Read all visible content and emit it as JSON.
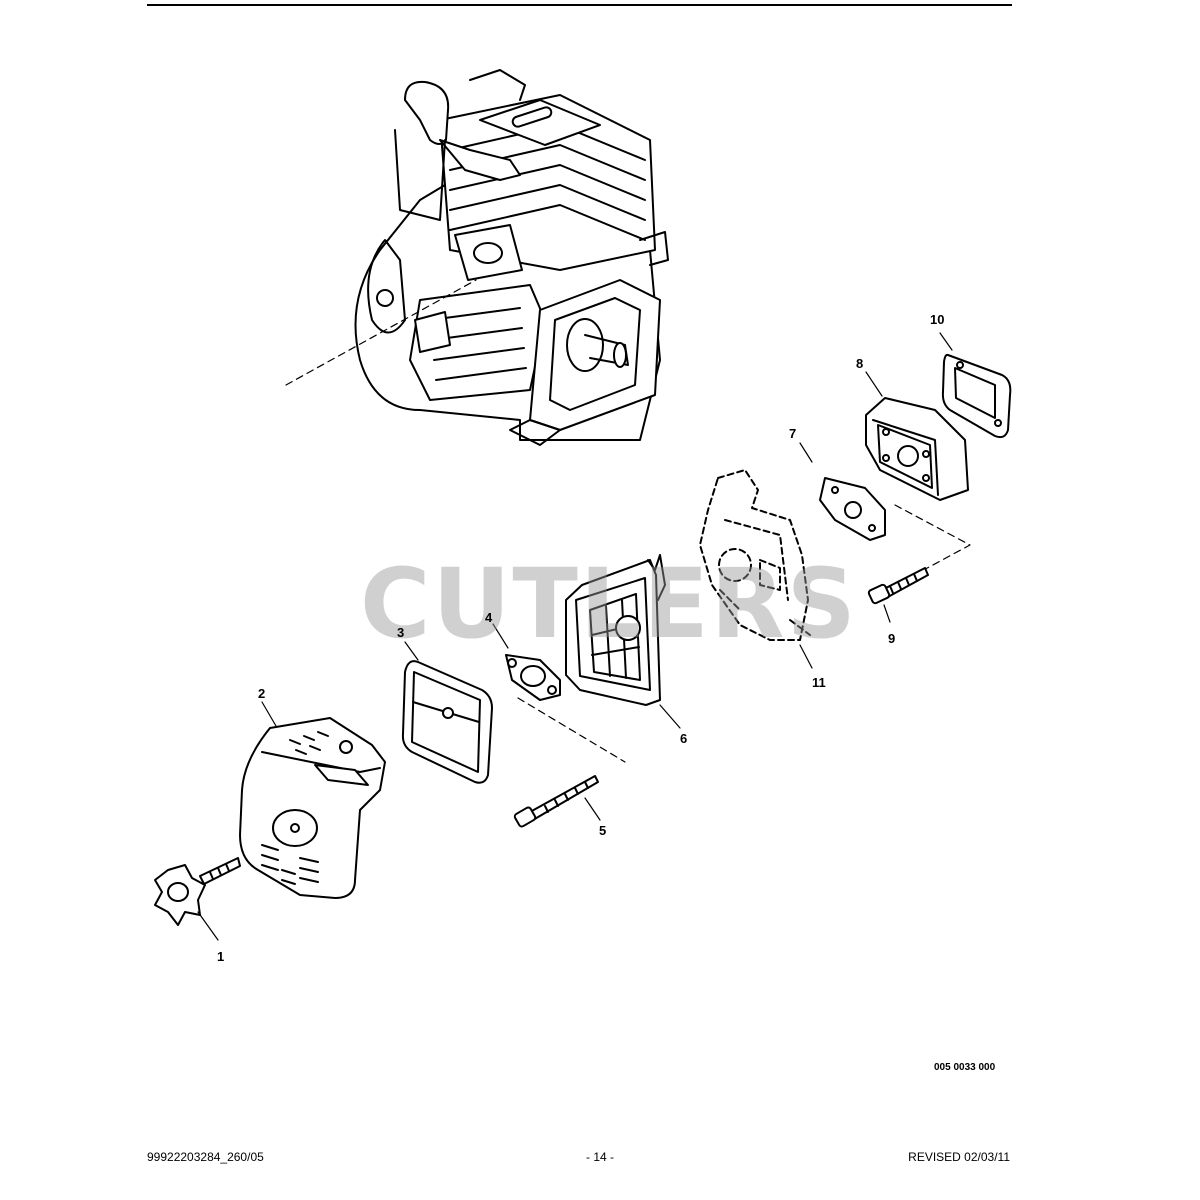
{
  "callouts": [
    {
      "id": "1",
      "label": "1"
    },
    {
      "id": "2",
      "label": "2"
    },
    {
      "id": "3",
      "label": "3"
    },
    {
      "id": "4",
      "label": "4"
    },
    {
      "id": "5",
      "label": "5"
    },
    {
      "id": "6",
      "label": "6"
    },
    {
      "id": "7",
      "label": "7"
    },
    {
      "id": "8",
      "label": "8"
    },
    {
      "id": "9",
      "label": "9"
    },
    {
      "id": "10",
      "label": "10"
    },
    {
      "id": "11",
      "label": "11"
    }
  ],
  "reference_code": "005 0033 000",
  "watermark": "CUTLERS",
  "footer": {
    "doc_number": "99922203284_260/05",
    "page": "- 14 -",
    "revised": "REVISED 02/03/11"
  }
}
